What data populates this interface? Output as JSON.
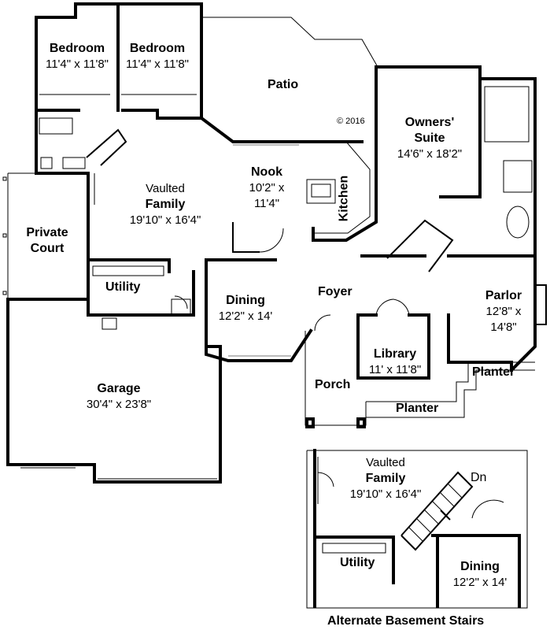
{
  "rooms": {
    "bedroom1": {
      "name": "Bedroom",
      "dims": "11'4\" x 11'8\""
    },
    "bedroom2": {
      "name": "Bedroom",
      "dims": "11'4\" x 11'8\""
    },
    "patio": {
      "name": "Patio"
    },
    "owners_suite": {
      "name1": "Owners'",
      "name2": "Suite",
      "dims": "14'6\" x 18'2\""
    },
    "family": {
      "prefix": "Vaulted",
      "name": "Family",
      "dims": "19'10\" x 16'4\""
    },
    "nook": {
      "name": "Nook",
      "dims1": "10'2\" x",
      "dims2": "11'4\""
    },
    "kitchen": {
      "name": "Kitchen"
    },
    "private_court": {
      "name1": "Private",
      "name2": "Court"
    },
    "utility": {
      "name": "Utility"
    },
    "dining": {
      "name": "Dining",
      "dims": "12'2\" x 14'"
    },
    "foyer": {
      "name": "Foyer"
    },
    "parlor": {
      "name": "Parlor",
      "dims1": "12'8\" x",
      "dims2": "14'8\""
    },
    "library": {
      "name": "Library",
      "dims": "11' x 11'8\""
    },
    "porch": {
      "name": "Porch"
    },
    "planter1": {
      "name": "Planter"
    },
    "planter2": {
      "name": "Planter"
    },
    "garage": {
      "name": "Garage",
      "dims": "30'4\" x 23'8\""
    }
  },
  "copyright": "© 2016",
  "inset": {
    "family": {
      "prefix": "Vaulted",
      "name": "Family",
      "dims": "19'10\" x 16'4\""
    },
    "stairs_label": "Dn",
    "utility": {
      "name": "Utility"
    },
    "dining": {
      "name": "Dining",
      "dims": "12'2\" x 14'"
    },
    "caption": "Alternate Basement Stairs"
  }
}
